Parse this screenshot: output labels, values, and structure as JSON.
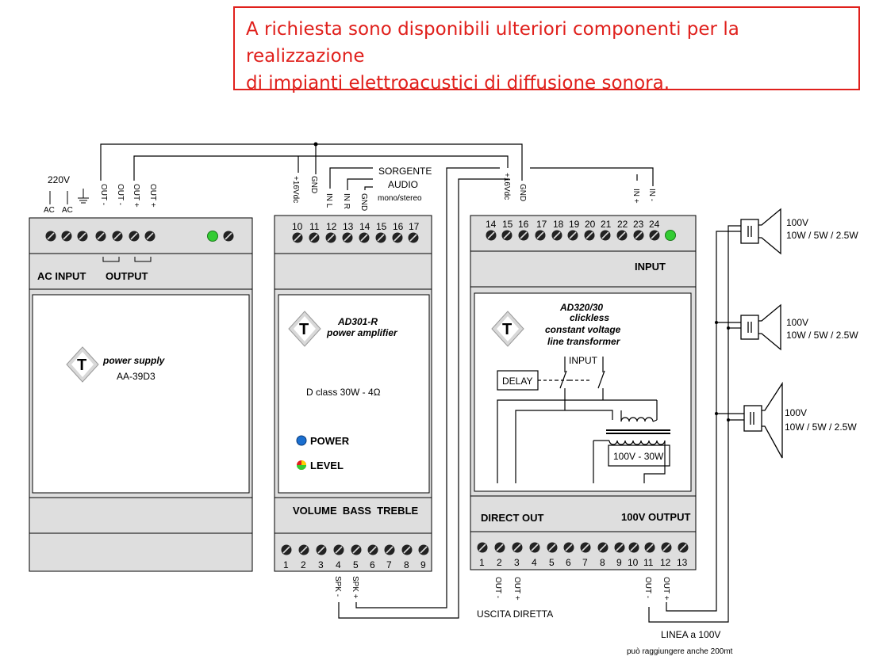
{
  "notice": {
    "line1": "A richiesta sono disponibili ulteriori componenti per la realizzazione",
    "line2": "di impianti elettroacustici di diffusione sonora.",
    "color": "#e0201c"
  },
  "power_supply": {
    "top_labels": [
      "220V",
      "AC",
      "AC",
      "OUT -",
      "OUT -",
      "OUT +",
      "OUT +"
    ],
    "ac_input": "AC INPUT",
    "output": "OUTPUT",
    "title": "power supply",
    "model": "AA-39D3"
  },
  "amplifier": {
    "top_labels": [
      "+16Vdc",
      "GND",
      "IN L",
      "IN R",
      "GND"
    ],
    "source_label": [
      "SORGENTE",
      "AUDIO",
      "mono/stereo"
    ],
    "top_numbers": [
      "10",
      "11",
      "12",
      "13",
      "14",
      "15",
      "16",
      "17"
    ],
    "model": "AD301-R",
    "title": "power amplifier",
    "spec": "D class 30W - 4Ω",
    "power": "POWER",
    "level": "LEVEL",
    "controls": "VOLUME  BASS  TREBLE",
    "bottom_numbers": [
      "1",
      "2",
      "3",
      "4",
      "5",
      "6",
      "7",
      "8",
      "9"
    ],
    "bottom_labels": [
      "SPK -",
      "SPK +"
    ]
  },
  "transformer": {
    "top_labels": [
      "+16Vdc",
      "GND",
      "IN +",
      "IN -"
    ],
    "top_numbers": [
      "14",
      "15",
      "16",
      "17",
      "18",
      "19",
      "20",
      "21",
      "22",
      "23",
      "24"
    ],
    "input": "INPUT",
    "model": "AD320/30",
    "line2": "clickless",
    "line3": "constant voltage",
    "line4": "line transformer",
    "schematic_input": "INPUT",
    "delay": "DELAY",
    "trafo": "100V - 30W",
    "direct_out": "DIRECT OUT",
    "v100_output": "100V OUTPUT",
    "bottom_numbers": [
      "1",
      "2",
      "3",
      "4",
      "5",
      "6",
      "7",
      "8",
      "9",
      "10",
      "11",
      "12",
      "13"
    ],
    "bottom_labels": [
      "OUT -",
      "OUT +",
      "OUT -",
      "OUT +"
    ],
    "uscita": "USCITA DIRETTA",
    "linea": "LINEA a 100V",
    "linea_note": "può raggiungere anche 200mt"
  },
  "speakers": [
    {
      "v": "100V",
      "w": "10W / 5W / 2.5W"
    },
    {
      "v": "100V",
      "w": "10W / 5W / 2.5W"
    },
    {
      "v": "100V",
      "w": "10W / 5W / 2.5W"
    }
  ],
  "colors": {
    "panel": "#dedede",
    "led_green": "#33cc33",
    "led_blue": "#1a6fd0",
    "logo_blue": "#1a78c2"
  }
}
